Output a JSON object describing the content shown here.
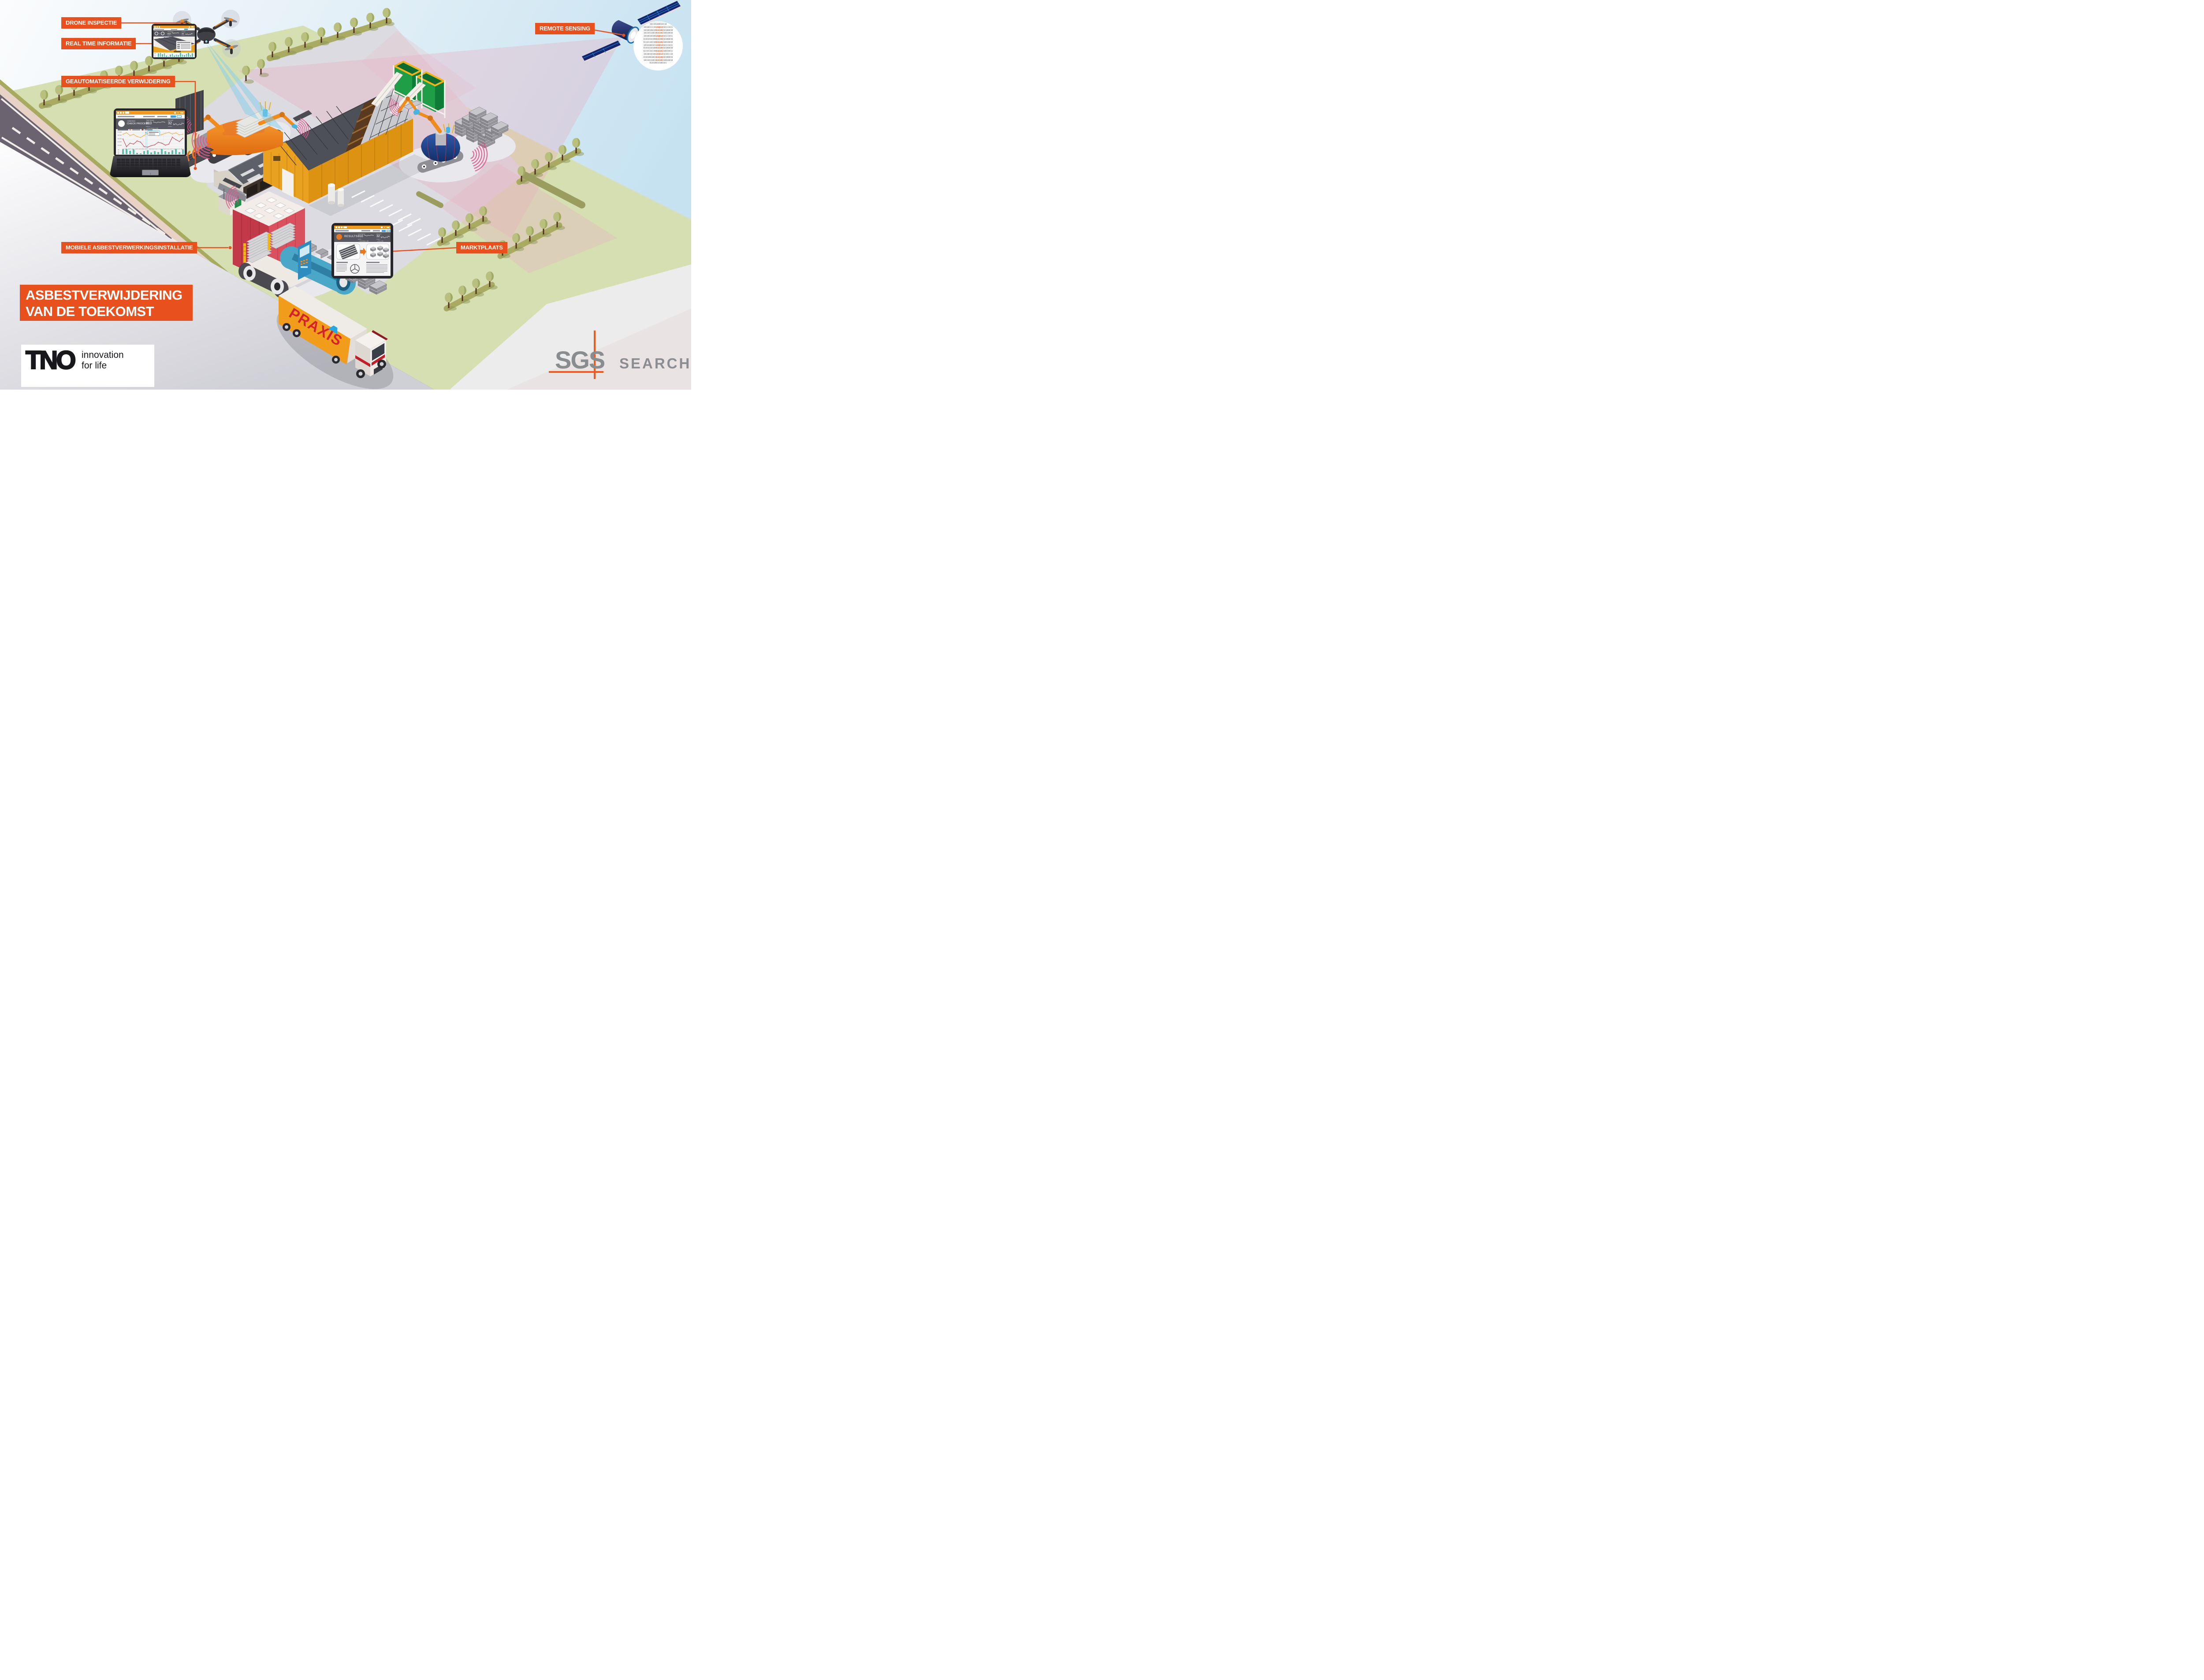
{
  "title": {
    "line1": "ASBESTVERWIJDERING",
    "line2": "VAN DE TOEKOMST"
  },
  "tags": {
    "drone": "DRONE INSPECTIE",
    "realtime": "REAL TIME INFORMATIE",
    "geauto": "GEAUTOMATISEERDE VERWIJDERING",
    "mobiele": "MOBIELE ASBESTVERWERKINGSINSTALLATIE",
    "marktplaats": "MARKTPLAATS",
    "remote": "REMOTE SENSING"
  },
  "logos": {
    "tno": {
      "wordmark": "TNO",
      "tagline1": "innovation",
      "tagline2": "for life"
    },
    "sgs": {
      "name": "SGS",
      "sub": "SEARCH"
    }
  },
  "truck": {
    "brand": "PRAXIS"
  },
  "devices": {
    "laptop": {
      "app_line1": "Asbestos",
      "app_line2": "CHECK PROCESS",
      "stat1_label": "Total Market",
      "stat1_value": "810",
      "stat1_delta": "8,87% ↑",
      "stat2_label": "Account",
      "stat2_value": "32",
      "stat2_delta": "4,12% ↑",
      "legend_row": "● Total Market   ● NRx",
      "chart": {
        "type": "line+bar",
        "x": [
          "Jan1",
          "Jan8",
          "Jan15",
          "Jan22",
          "Jan29",
          "Feb5",
          "Feb12",
          "Feb19",
          "Feb26",
          "Mar 5",
          "Mar 12",
          "Mar 19",
          "Mar 25",
          "Apr 2",
          "Apr 9",
          "Apr 16",
          "Apr 23",
          "May 7"
        ],
        "y_ticks": [
          "17.000",
          "16.000",
          "15.000",
          "14.000",
          "13.000"
        ],
        "series": [
          {
            "name": "Total Market",
            "values": [
              16800,
              17300,
              16420,
              16780,
              16080,
              15780,
              16480,
              17080,
              16700,
              16620,
              16400,
              16700,
              17120,
              17400,
              16900,
              17260,
              16620,
              16820
            ]
          },
          {
            "name": "NRx",
            "values": [
              15300,
              12900,
              14020,
              13720,
              14720,
              14320,
              12920,
              12760,
              13220,
              13480,
              14300,
              14020,
              13380,
              13680,
              15880,
              15120,
              14520,
              15580
            ]
          }
        ],
        "ylim": [
          12600,
          17600
        ],
        "bars": [
          65,
          68,
          45,
          62,
          20,
          10,
          40,
          55,
          25,
          40,
          28,
          68,
          42,
          30,
          52,
          72,
          28,
          62
        ],
        "bar_ticks": [
          "60",
          "40",
          "20"
        ]
      }
    },
    "tablet_drone": {
      "plus": "+",
      "stat1_label": "Total Market",
      "stat1_value": "810",
      "stat1_delta": "8,87% ↑",
      "stat2_label": "Account",
      "stat2_value": "32",
      "stat2_delta": "4,12% ↑",
      "legend_row": "● Total Market  ● NRx"
    },
    "tablet_markt": {
      "app_title": "RESULTS",
      "stat1_label": "Total Market",
      "stat1_value": "810",
      "stat1_delta": "8,87% ↑",
      "stat2_label": "Account",
      "stat2_value": "32",
      "stat2_delta": "4,12% ↑",
      "legend_row1": "● Total Market  ● NRx",
      "legend_row2": "● TRx  ● NRx"
    }
  },
  "satellite": {
    "binary_rows": [
      [
        "",
        "",
        "10110100010110"
      ],
      [
        "1010011110",
        "101010",
        "10111011"
      ],
      [
        "1010010010",
        "010100",
        "10100010"
      ],
      [
        "1011011001",
        "010101",
        "10010010"
      ],
      [
        "1010010100",
        "101010",
        "10111011"
      ],
      [
        "0101010100",
        "010100",
        "10100010"
      ],
      [
        "0110110110",
        "010101",
        "10010010"
      ],
      [
        "1010100101",
        "101010",
        "10111011"
      ],
      [
        "0101010100",
        "010100",
        "10100010"
      ],
      [
        "0110110110",
        "010101",
        "10010011"
      ],
      [
        "1010010100",
        "101010",
        "10101110"
      ],
      [
        "0101001001",
        "010100",
        "10100010"
      ],
      [
        "1011011001",
        "010101",
        "10010010"
      ],
      [
        "",
        "",
        "01010010100101"
      ]
    ]
  },
  "colors": {
    "accent_orange": "#E8511E",
    "machine_orange": "#F08C1E",
    "wall_orange": "#EBA120",
    "field_green": "#D6DFB1",
    "tower_green": "#1F9E47",
    "signal_pink": "#E2568C",
    "satellite_navy": "#16246E",
    "truck_red": "#D5222A",
    "truck_orange": "#F29C1C",
    "sgs_grey": "#8A8D90"
  }
}
